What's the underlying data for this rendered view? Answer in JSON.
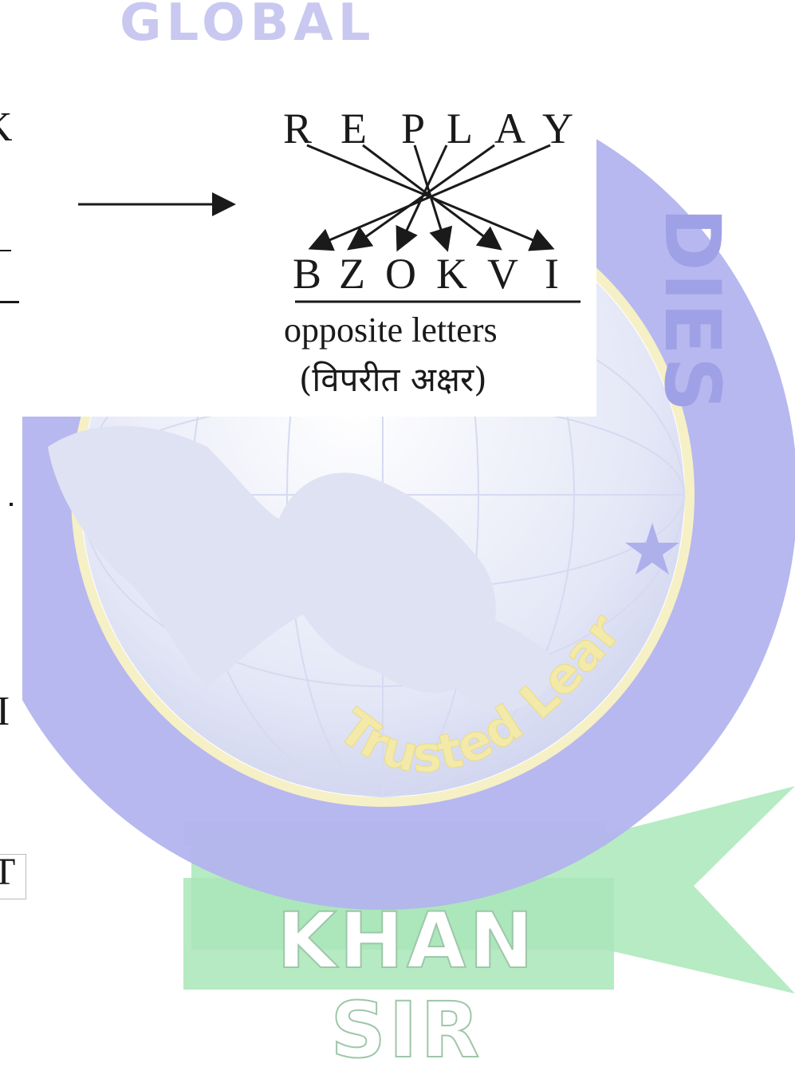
{
  "diagram": {
    "top_letters": [
      "R",
      "E",
      "P",
      "L",
      "A",
      "Y"
    ],
    "bottom_letters": [
      "B",
      "Z",
      "O",
      "K",
      "V",
      "I"
    ],
    "caption_en": "opposite letters",
    "caption_hi": "(विपरीत अक्षर)"
  },
  "watermark": {
    "arc_text": "Trusted Learning Platform",
    "top_text": "GLOBAL",
    "side_text": "STUDIES",
    "banner_text": "KHAN SIR"
  },
  "edge_fragments": {
    "top": "K",
    "mid1": "I",
    "mid2": "T"
  },
  "colors": {
    "ring": "#aeb0ec",
    "banner": "#a9e8b8",
    "star": "#aeb0ec",
    "arc_text": "#f3e7a6",
    "ink": "#1a1a1a"
  }
}
